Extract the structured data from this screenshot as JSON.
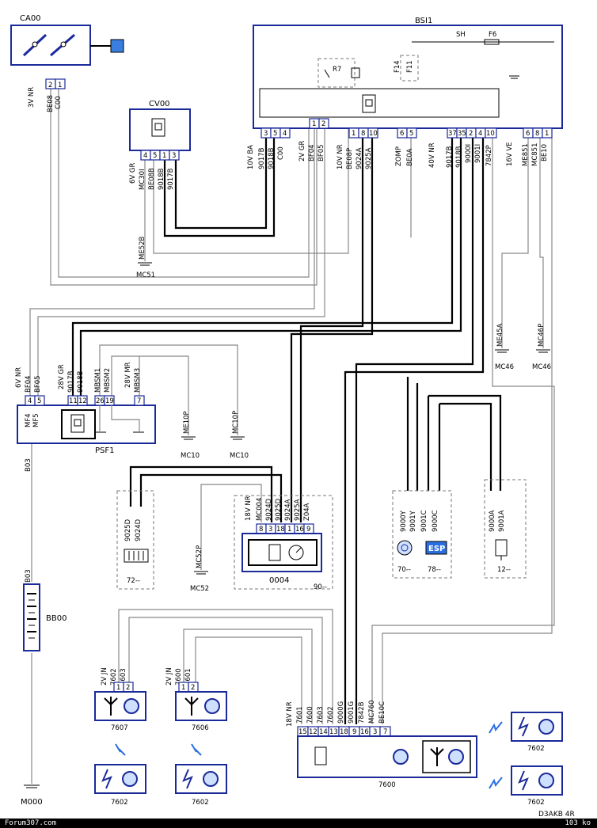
{
  "components": {
    "ca00": {
      "name": "CA00",
      "pins": [
        "2",
        "1"
      ],
      "wires": [
        "BE08",
        "C00"
      ],
      "conn": "3V NR"
    },
    "bsi1": {
      "name": "BSI1",
      "sh": "SH",
      "f6": "F6",
      "f14": "F14",
      "r7": "R7",
      "f11": "F11"
    },
    "cv00": {
      "name": "CV00",
      "pins": [
        "4",
        "5",
        "1",
        "3"
      ],
      "wires": [
        "MC30I",
        "BE08B",
        "9018B",
        "9017B"
      ],
      "conn": "6V GR"
    },
    "psf1": {
      "name": "PSF1",
      "mf4": "MF4",
      "mf5": "MF5"
    },
    "bb00": {
      "name": "BB00",
      "wire": "B03"
    },
    "m000": "M000",
    "c0004": {
      "name": "0004",
      "conn": "18V NR",
      "pins": [
        "8",
        "3",
        "18",
        "1",
        "16",
        "9"
      ],
      "wires": [
        "MC004",
        "9024D",
        "9025D",
        "9024A",
        "9025A",
        "Z04A"
      ],
      "group": "90--"
    },
    "g72": {
      "pins": [
        "9025D",
        "9024D"
      ],
      "group": "72--"
    },
    "g7078": {
      "wires": [
        "9000Y",
        "9001Y",
        "9001C",
        "9000C"
      ],
      "group70": "70--",
      "group78": "78--",
      "esp": "ESP"
    },
    "g12": {
      "wires": [
        "9000A",
        "9001A"
      ],
      "group": "12--"
    },
    "c7607": {
      "name": "7607",
      "conn": "2V JN",
      "pins": [
        "1",
        "2"
      ],
      "wires": [
        "7602",
        "7603"
      ]
    },
    "c7606": {
      "name": "7606",
      "conn": "2V JN",
      "pins": [
        "1",
        "2"
      ],
      "wires": [
        "7600",
        "7601"
      ]
    },
    "c7602a": "7602",
    "c7602b": "7602",
    "c7602c": "7602",
    "c7602d": "7602",
    "c7600": {
      "name": "7600",
      "conn": "18V NR",
      "pins": [
        "15",
        "12",
        "14",
        "13",
        "18",
        "9",
        "16",
        "3",
        "7"
      ],
      "wires": [
        "7601",
        "7600",
        "7603",
        "7602",
        "9000G",
        "9001G",
        "7842B",
        "MC760",
        "BE10C"
      ]
    }
  },
  "bsi_pins": {
    "g1": {
      "conn": "10V BA",
      "pins": [
        "3",
        "5",
        "4"
      ],
      "wires": [
        "9017B",
        "9018B",
        "C00"
      ]
    },
    "g2": {
      "conn": "2V GR",
      "pins": [
        "1",
        "2"
      ],
      "wires": [
        "BF04",
        "BF05"
      ]
    },
    "g3": {
      "conn": "10V NR",
      "pins": [
        "1",
        "8",
        "10"
      ],
      "wires": [
        "BE08P",
        "9024A",
        "9025A"
      ]
    },
    "g4": {
      "conn": "ZOMP",
      "pins": [
        "6",
        "5"
      ],
      "wires": [
        "BE0A"
      ]
    },
    "g5": {
      "conn": "40V NR",
      "pins": [
        "37",
        "35",
        "2",
        "4",
        "10"
      ],
      "wires": [
        "9017B",
        "9018B",
        "9000I",
        "9001I",
        "7842P"
      ]
    },
    "g6": {
      "conn": "16V VE",
      "pins": [
        "6",
        "8",
        "1"
      ],
      "wires": [
        "ME851",
        "MC851",
        "BE10"
      ]
    }
  },
  "psf_pins": {
    "g1": {
      "conn": "6V NR",
      "pins": [
        "4",
        "5"
      ],
      "wires": [
        "BF04",
        "BF05"
      ]
    },
    "g2": {
      "conn": "28V GR",
      "pins": [
        "11",
        "12"
      ],
      "wires": [
        "9017B",
        "9018B"
      ]
    },
    "g3": {
      "conn": "28V MR",
      "pins": [
        "26",
        "19",
        "7"
      ],
      "wires": [
        "MBSM1",
        "MBSM2",
        "MBSM3"
      ]
    }
  },
  "grounds": {
    "me52b": "ME52B",
    "mc51": "MC51",
    "me10p": "ME10P",
    "mc10a": "MC10",
    "mc10p": "MC10P",
    "mc10b": "MC10",
    "me45a": "ME45A",
    "mc46a": "MC46",
    "mc46p": "MC46P",
    "mc46b": "MC46",
    "mc52p": "MC52P",
    "mc52": "MC52"
  },
  "footer": {
    "site": "Forum307.com",
    "page": "103 ko",
    "ref": "D3AKB 4R"
  }
}
